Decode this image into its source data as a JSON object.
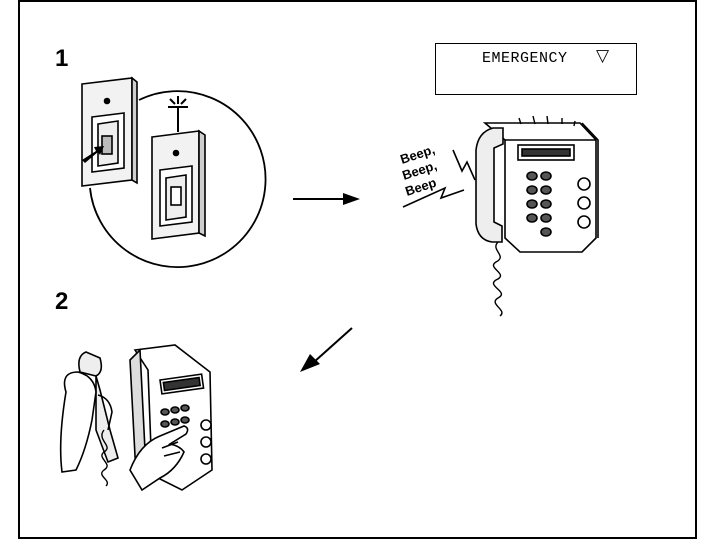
{
  "steps": {
    "step1": "1",
    "step2": "2"
  },
  "display": {
    "text": "EMERGENCY",
    "arrow": "▽"
  },
  "beeps": [
    "Beep,",
    "Beep,",
    "Beep"
  ]
}
